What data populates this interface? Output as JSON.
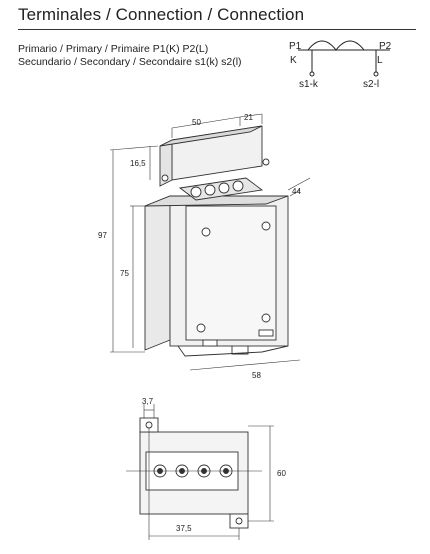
{
  "header": {
    "title": "Terminales / Connection / Connection"
  },
  "legend": {
    "primary": "Primario / Primary / Primaire P1(K) P2(L)",
    "secondary": "Secundario / Secondary / Secondaire s1(k) s2(l)"
  },
  "schematic": {
    "p1": "P1",
    "k": "K",
    "p2": "P2",
    "l": "L",
    "s1": "s1-k",
    "s2": "s2-l"
  },
  "dimensions": {
    "top_width": "50",
    "top_right": "21",
    "top_height": "16,5",
    "depth": "44",
    "total_height": "97",
    "body_height": "75",
    "base_width": "58",
    "hole_offset": "3,7",
    "front_height": "60",
    "front_width": "37,5"
  }
}
